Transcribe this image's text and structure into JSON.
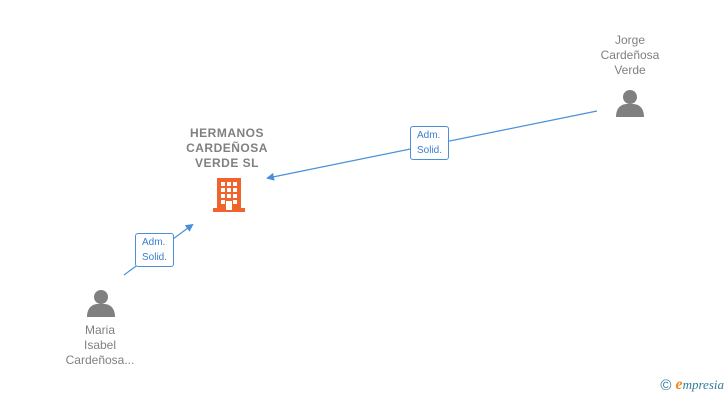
{
  "company": {
    "name": "HERMANOS\nCARDEÑOSA\nVERDE  SL",
    "icon": "building-icon",
    "icon_color": "#f0642c"
  },
  "people": [
    {
      "id": "jorge",
      "name": "Jorge\nCardeñosa\nVerde",
      "icon": "person-icon"
    },
    {
      "id": "maria",
      "name": "Maria\nIsabel\nCardeñosa...",
      "icon": "person-icon"
    }
  ],
  "relations": [
    {
      "from": "jorge",
      "to": "company",
      "label": "Adm.\nSolid."
    },
    {
      "from": "maria",
      "to": "company",
      "label": "Adm.\nSolid."
    }
  ],
  "footer": {
    "copyright": "©",
    "brand_initial": "e",
    "brand_rest": "mpresia"
  },
  "colors": {
    "link": "#4a90d9",
    "person": "#808080",
    "text": "#808080",
    "brand": "#2e7d9a",
    "brand_accent": "#f08a24"
  }
}
